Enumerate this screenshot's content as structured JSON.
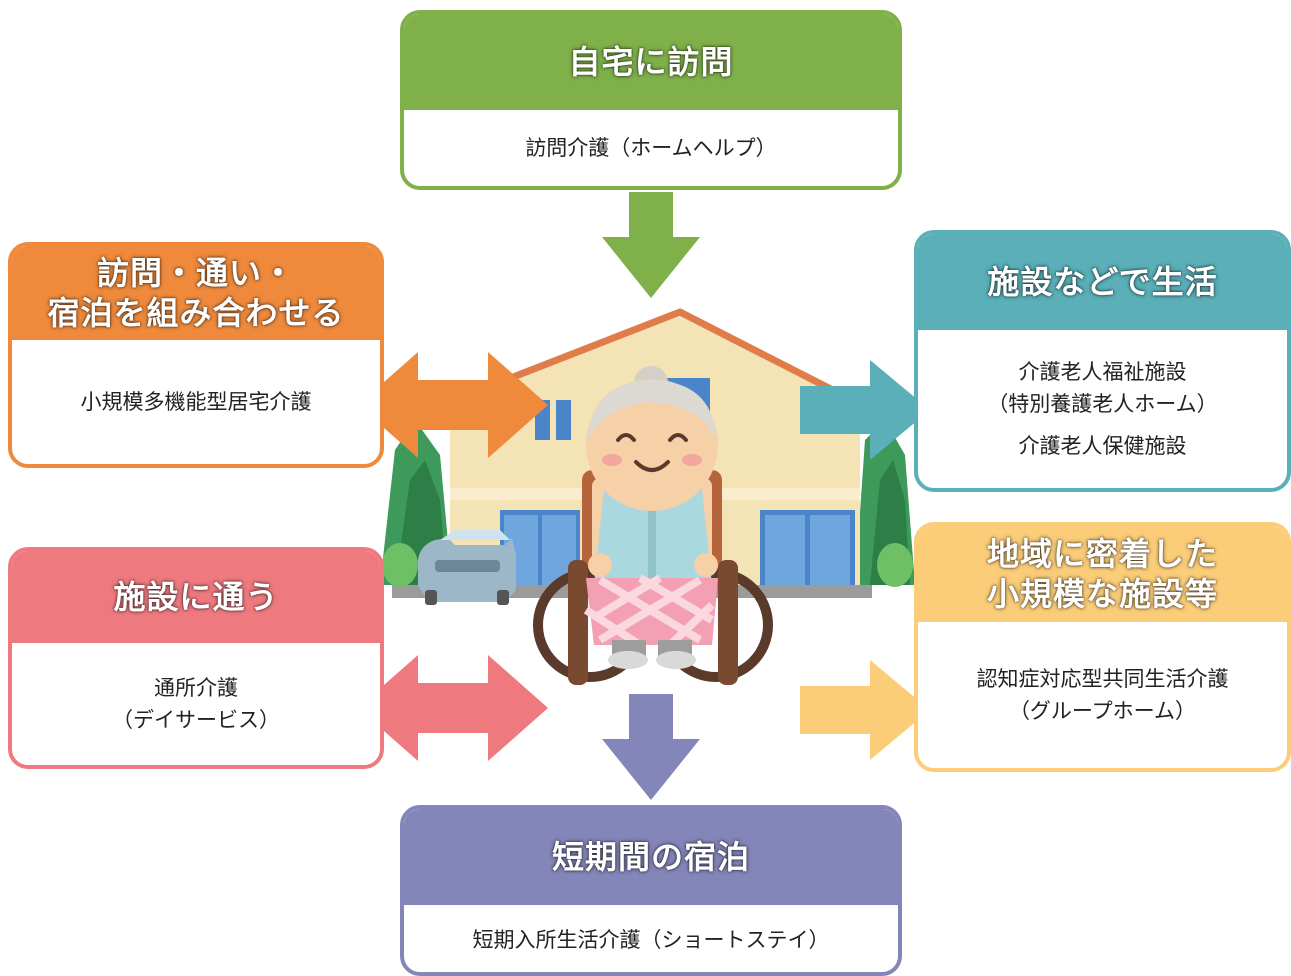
{
  "top": {
    "title": "自宅に訪問",
    "items": [
      "訪問介護（ホームヘルプ）"
    ]
  },
  "left_upper": {
    "title_lines": [
      "訪問・通い・",
      "宿泊を組み合わせる"
    ],
    "items": [
      "小規模多機能型居宅介護"
    ]
  },
  "left_lower": {
    "title": "施設に通う",
    "items": [
      "通所介護",
      "（デイサービス）"
    ]
  },
  "right_upper": {
    "title": "施設などで生活",
    "items": [
      "介護老人福祉施設",
      "（特別養護老人ホーム）",
      "介護老人保健施設"
    ]
  },
  "right_lower": {
    "title_lines": [
      "地域に密着した",
      "小規模な施設等"
    ],
    "items": [
      "認知症対応型共同生活介護",
      "（グループホーム）"
    ]
  },
  "bottom": {
    "title": "短期間の宿泊",
    "items": [
      "短期入所生活介護（ショートステイ）"
    ]
  },
  "colors": {
    "green": "#7fb04a",
    "orange": "#ef8a3c",
    "pink": "#ee7a7f",
    "teal": "#5aafb8",
    "yellow": "#fbcd79",
    "purple": "#8486b9"
  },
  "icons": [
    "house-illustration",
    "wheelchair-grandmother-illustration",
    "car-illustration",
    "tree-icon"
  ]
}
